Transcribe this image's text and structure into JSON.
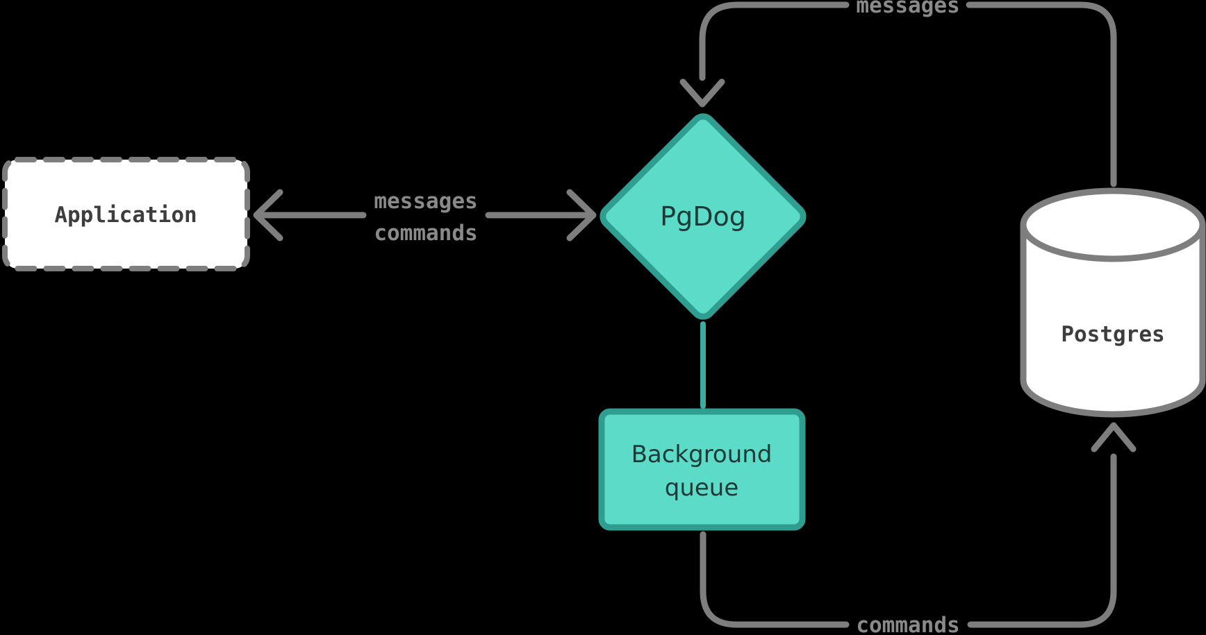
{
  "diagram": {
    "description": "PgDog architecture diagram",
    "nodes": {
      "application": {
        "label": "Application",
        "shape": "dashed-rectangle"
      },
      "pgdog": {
        "label": "PgDog",
        "shape": "diamond"
      },
      "background_queue": {
        "label": "Background queue",
        "lines": [
          "Background",
          "queue"
        ],
        "shape": "rectangle"
      },
      "postgres": {
        "label": "Postgres",
        "shape": "cylinder"
      }
    },
    "edges": {
      "app_pgdog": {
        "from": "pgdog",
        "to": "application",
        "direction": "bidirectional",
        "labels": [
          "messages",
          "commands"
        ]
      },
      "postgres_pgdog": {
        "from": "postgres",
        "to": "pgdog",
        "direction": "one-way",
        "label": "messages"
      },
      "pgdog_queue": {
        "from": "pgdog",
        "to": "background_queue",
        "direction": "plain",
        "label": ""
      },
      "queue_postgres": {
        "from": "background_queue",
        "to": "postgres",
        "direction": "one-way",
        "label": "commands"
      }
    },
    "colors": {
      "background": "#000000",
      "node_fill": "#ffffff",
      "line_gray": "#7e7e7e",
      "label_gray": "#8a8a8a",
      "dark_text": "#3d3d3d",
      "teal_fill": "#5cdbc9",
      "teal_border": "#2f9e91",
      "teal_line": "#39ada0",
      "teal_text": "#1c3b36"
    }
  }
}
